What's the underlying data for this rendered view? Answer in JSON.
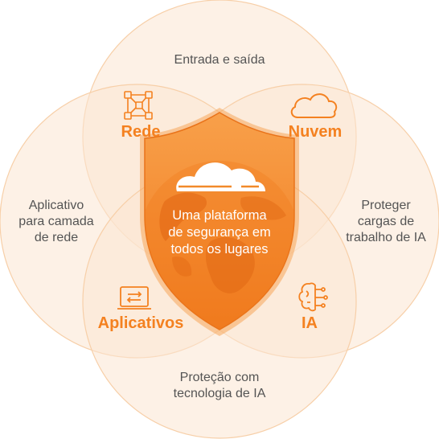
{
  "center": {
    "title": "Uma plataforma\nde segurança em\ntodos os lugares",
    "icon": "cloudflare-cloud-icon"
  },
  "circles": {
    "top": {
      "label": "Entrada e saída"
    },
    "left": {
      "label": "Aplicativo\npara camada\nde rede"
    },
    "right": {
      "label": "Proteger\ncargas de\ntrabalho de IA"
    },
    "bottom": {
      "label": "Proteção com\ntecnologia de IA"
    }
  },
  "pillars": [
    {
      "label": "Rede",
      "icon": "network-icon"
    },
    {
      "label": "Nuvem",
      "icon": "cloud-outline-icon"
    },
    {
      "label": "Aplicativos",
      "icon": "application-window-icon"
    },
    {
      "label": "IA",
      "icon": "brain-chip-icon"
    }
  ],
  "colors": {
    "accent": "#f48120",
    "circle_fill": "#fbe6d2",
    "circle_stroke": "#f8d2ae",
    "text": "#545454",
    "shield": "#f38020"
  }
}
